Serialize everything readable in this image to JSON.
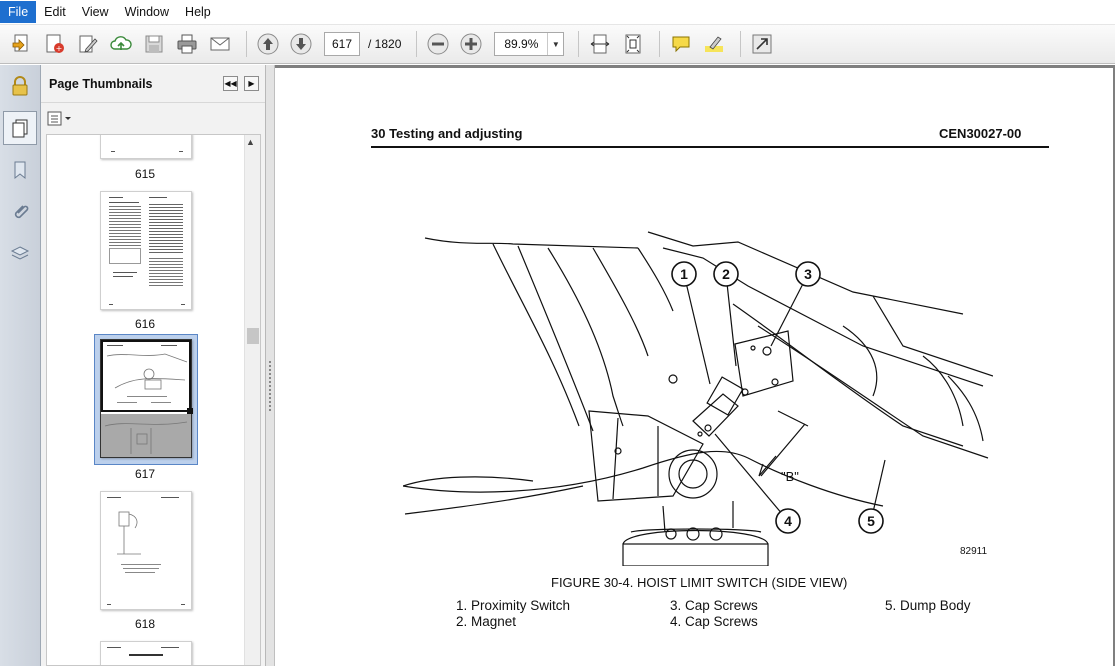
{
  "menu": {
    "file": "File",
    "edit": "Edit",
    "view": "View",
    "window": "Window",
    "help": "Help"
  },
  "toolbar": {
    "current_page": "617",
    "page_total": "/ 1820",
    "zoom": "89.9%"
  },
  "thumbnails": {
    "title": "Page Thumbnails",
    "pages": [
      {
        "label": "615"
      },
      {
        "label": "616"
      },
      {
        "label": "617"
      },
      {
        "label": "618"
      }
    ]
  },
  "document": {
    "header_left": "30 Testing and adjusting",
    "header_right": "CEN30027-00",
    "figure": {
      "callouts": [
        "1",
        "2",
        "3",
        "4",
        "5"
      ],
      "dimension_label": "\"B\"",
      "drawing_number": "82911",
      "caption": "FIGURE 30-4. HOIST LIMIT SWITCH (SIDE VIEW)"
    },
    "legend": [
      "1. Proximity Switch",
      "2. Magnet",
      "3. Cap Screws",
      "4. Cap Screws",
      "5. Dump Body"
    ]
  },
  "colors": {
    "menu_active": "#1e6fcf",
    "selection": "#bcd0ec",
    "doc_background": "#7f7f7f"
  }
}
